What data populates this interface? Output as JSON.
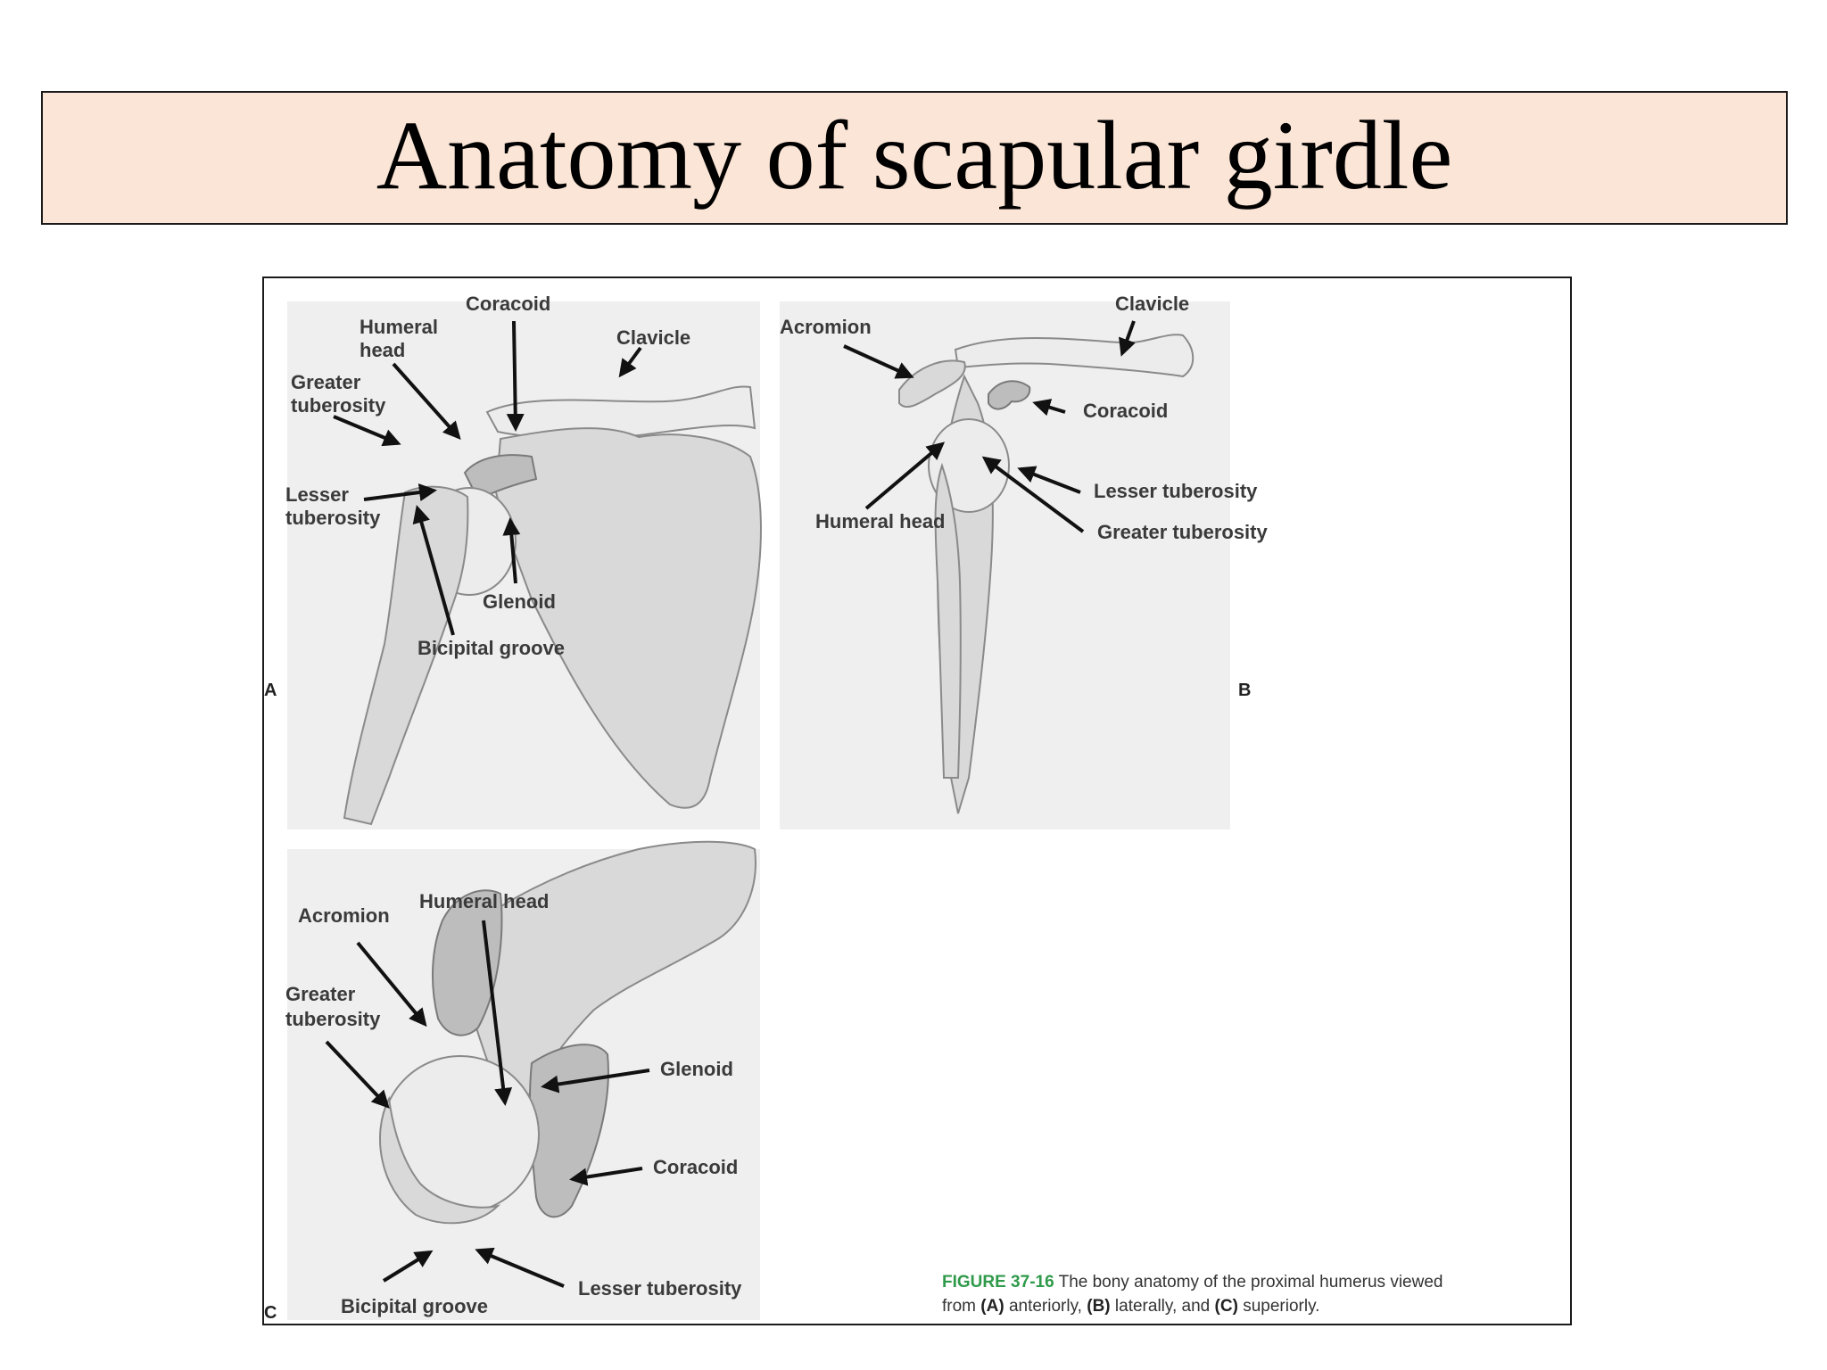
{
  "title": "Anatomy of scapular girdle",
  "panels": {
    "a": {
      "letter": "A",
      "labels": {
        "coracoid": "Coracoid",
        "humeral_head_1": "Humeral",
        "humeral_head_2": "head",
        "clavicle": "Clavicle",
        "greater_tuberosity_1": "Greater",
        "greater_tuberosity_2": "tuberosity",
        "lesser_tuberosity_1": "Lesser",
        "lesser_tuberosity_2": "tuberosity",
        "glenoid": "Glenoid",
        "bicipital_groove": "Bicipital groove"
      }
    },
    "b": {
      "letter": "B",
      "labels": {
        "acromion": "Acromion",
        "clavicle": "Clavicle",
        "coracoid": "Coracoid",
        "lesser_tuberosity": "Lesser tuberosity",
        "humeral_head": "Humeral head",
        "greater_tuberosity": "Greater tuberosity"
      }
    },
    "c": {
      "letter": "C",
      "labels": {
        "acromion": "Acromion",
        "humeral_head": "Humeral head",
        "greater_tuberosity_1": "Greater",
        "greater_tuberosity_2": "tuberosity",
        "glenoid": "Glenoid",
        "coracoid": "Coracoid",
        "bicipital_groove": "Bicipital groove",
        "lesser_tuberosity": "Lesser tuberosity"
      }
    }
  },
  "caption": {
    "figure_number": "FIGURE 37-16",
    "line1_text": " The bony anatomy of the proximal humerus viewed",
    "line2_from": "from ",
    "a": "(A)",
    "a_text": " anteriorly, ",
    "b": "(B)",
    "b_text": " laterally, and ",
    "c": "(C)",
    "c_text": " superiorly."
  }
}
